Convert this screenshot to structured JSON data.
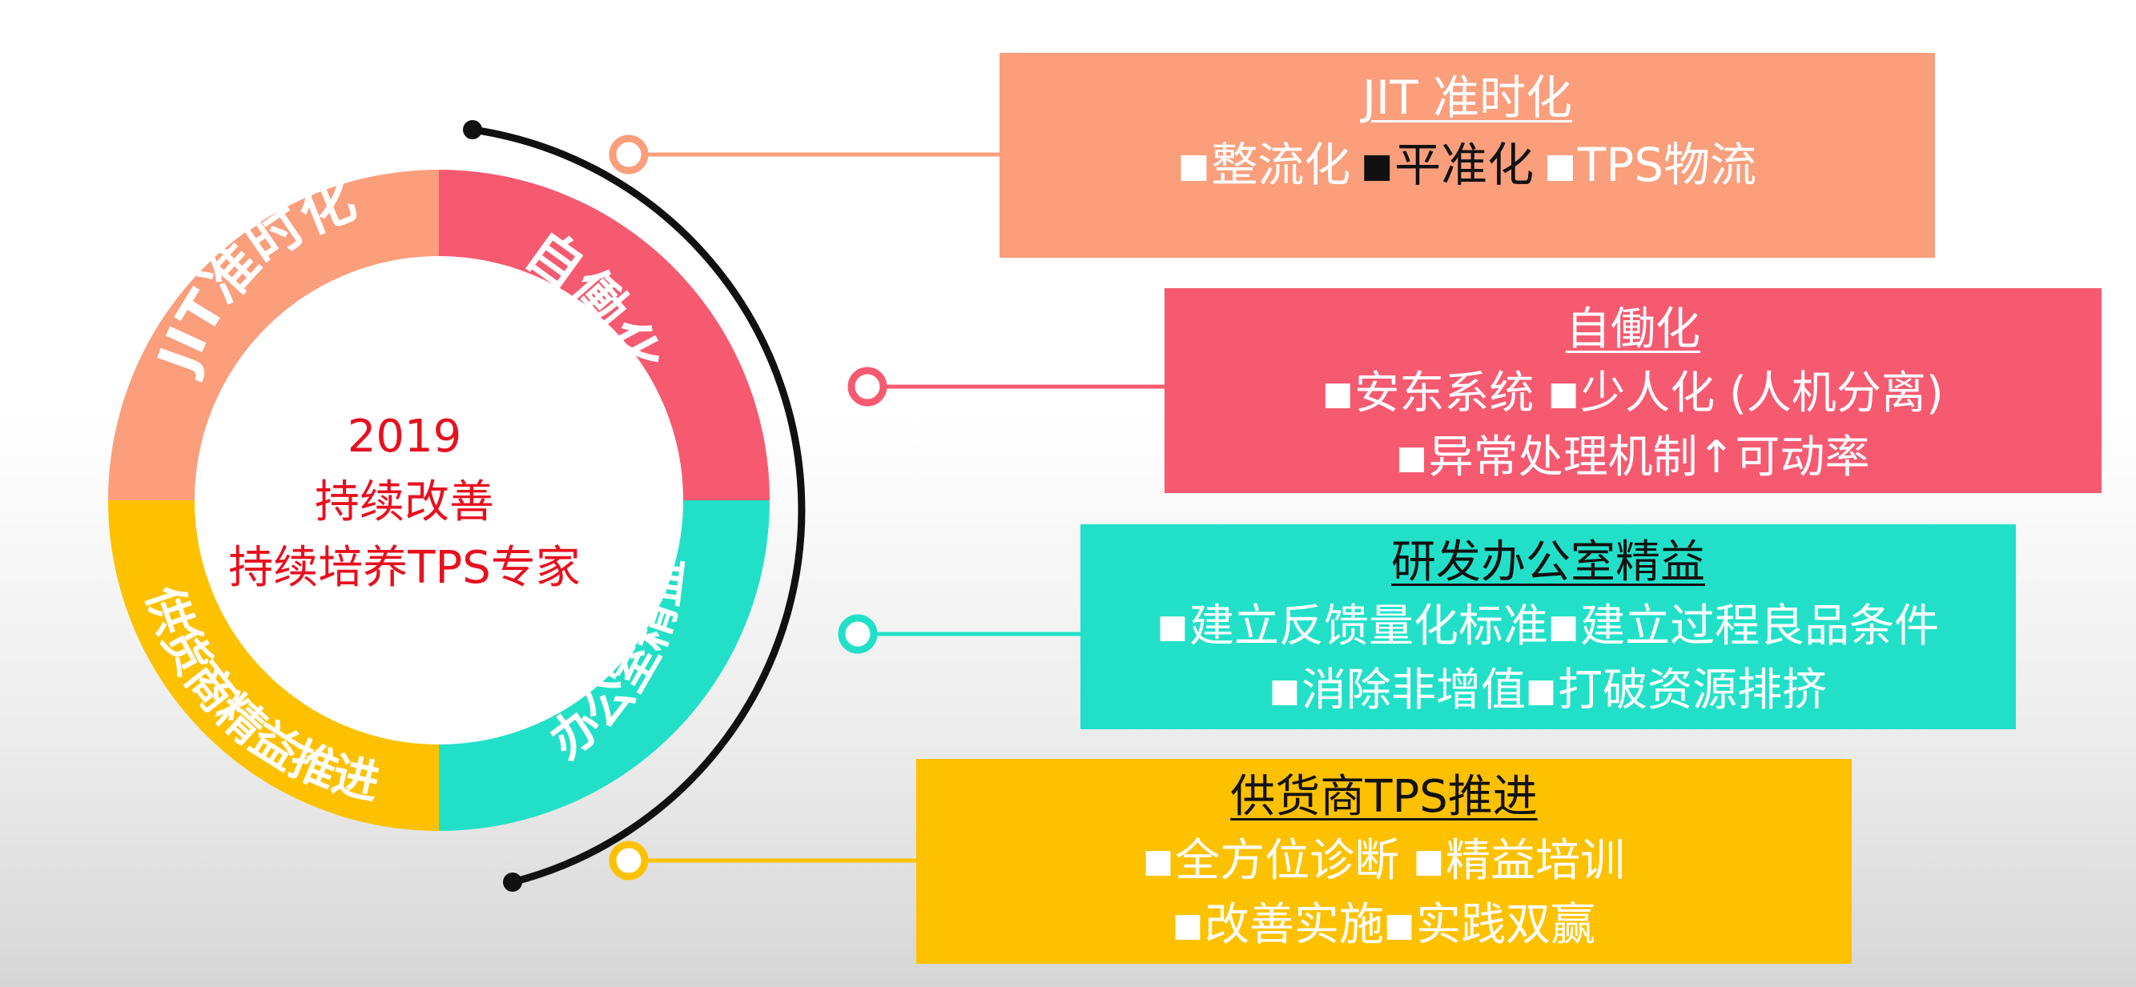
{
  "center": {
    "year": "2019",
    "line1": "持续改善",
    "line2": "持续培养TPS专家"
  },
  "ring": {
    "segments": [
      {
        "label": "JIT准时化",
        "color": "#fa9e7c"
      },
      {
        "label": "自働化",
        "color": "#f65a71"
      },
      {
        "label": "办公室精益",
        "color": "#22e0c8"
      },
      {
        "label": "供货商精益推进",
        "color": "#fdc100"
      }
    ]
  },
  "boxes": [
    {
      "title": "JIT 准时化",
      "lines": [
        [
          {
            "b": "■",
            "bc": "#ffffff",
            "t": "整流化",
            "tc": "#ffffff"
          },
          {
            "b": " ■",
            "bc": "#111111",
            "t": "平准化",
            "tc": "#111111"
          },
          {
            "b": " ■",
            "bc": "#ffffff",
            "t": "TPS物流",
            "tc": "#ffffff"
          }
        ]
      ],
      "color": "#fa9e7c",
      "title_color": "#ffffff"
    },
    {
      "title": "自働化",
      "lines": [
        [
          {
            "b": "■",
            "bc": "#ffffff",
            "t": "安东系统 ",
            "tc": "#ffffff"
          },
          {
            "b": "■",
            "bc": "#ffffff",
            "t": "少人化 (人机分离)",
            "tc": "#ffffff"
          }
        ],
        [
          {
            "b": "■",
            "bc": "#ffffff",
            "t": "异常处理机制↑可动率",
            "tc": "#ffffff"
          }
        ]
      ],
      "color": "#f65a71",
      "title_color": "#ffffff"
    },
    {
      "title": "研发办公室精益",
      "lines": [
        [
          {
            "b": "■",
            "bc": "#ffffff",
            "t": "建立反馈量化标准",
            "tc": "#ffffff"
          },
          {
            "b": "■",
            "bc": "#ffffff",
            "t": "建立过程良品条件",
            "tc": "#ffffff"
          }
        ],
        [
          {
            "b": "■",
            "bc": "#ffffff",
            "t": "消除非增值",
            "tc": "#ffffff"
          },
          {
            "b": "■",
            "bc": "#ffffff",
            "t": "打破资源排挤",
            "tc": "#ffffff"
          }
        ]
      ],
      "color": "#22e0c8",
      "title_color": "#111111"
    },
    {
      "title": "供货商TPS推进",
      "lines": [
        [
          {
            "b": "■",
            "bc": "#ffffff",
            "t": "全方位诊断 ",
            "tc": "#ffffff"
          },
          {
            "b": "■",
            "bc": "#ffffff",
            "t": "精益培训",
            "tc": "#ffffff"
          }
        ],
        [
          {
            "b": "■",
            "bc": "#ffffff",
            "t": "改善实施",
            "tc": "#ffffff"
          },
          {
            "b": "■",
            "bc": "#ffffff",
            "t": "实践双赢",
            "tc": "#ffffff"
          }
        ]
      ],
      "color": "#fdc100",
      "title_color": "#111111"
    }
  ]
}
